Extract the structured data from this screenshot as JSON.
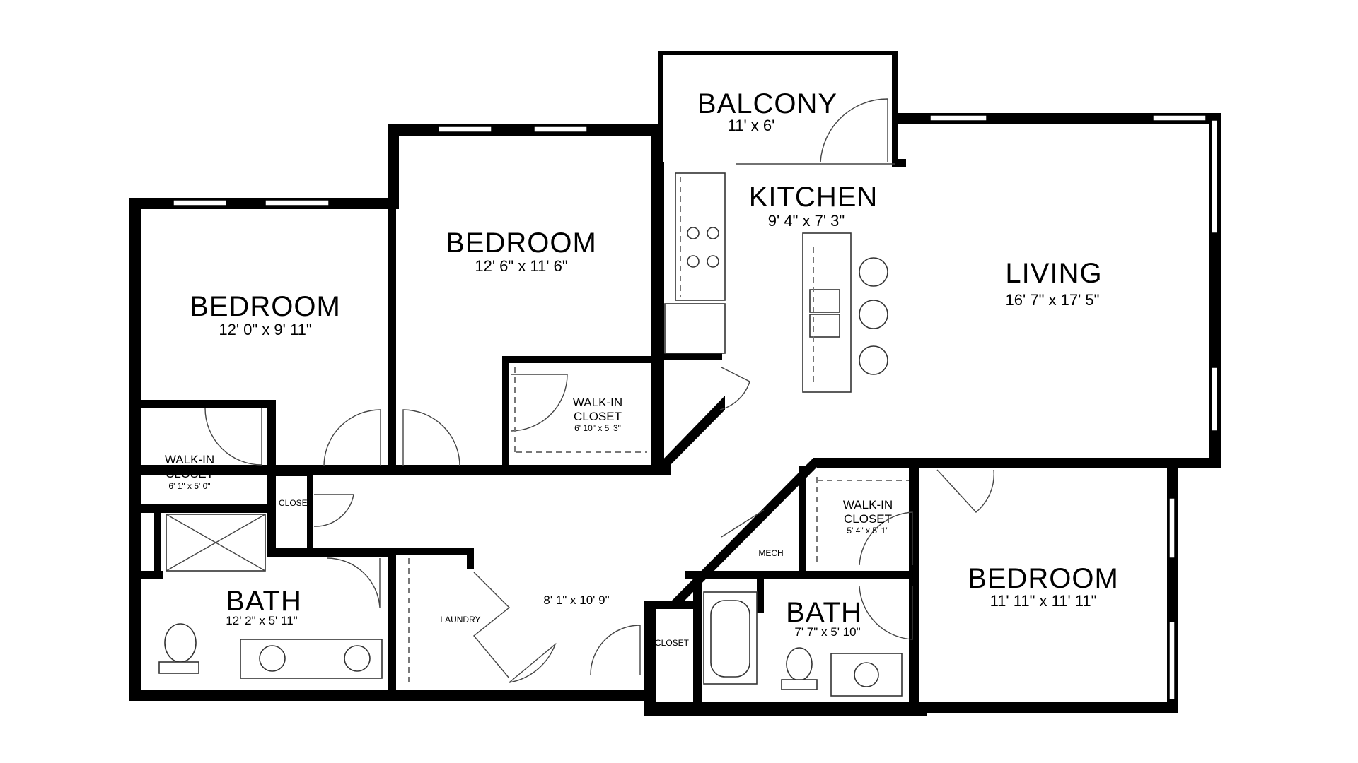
{
  "rooms": {
    "balcony": {
      "name": "BALCONY",
      "size": "11' x 6'"
    },
    "kitchen": {
      "name": "KITCHEN",
      "size": "9' 4\" x 7' 3\""
    },
    "living": {
      "name": "LIVING",
      "size": "16' 7\" x 17' 5\""
    },
    "bedroom_left": {
      "name": "BEDROOM",
      "size": "12' 0\" x 9' 11\""
    },
    "bedroom_mid": {
      "name": "BEDROOM",
      "size": "12' 6\" x 11' 6\""
    },
    "bedroom_right": {
      "name": "BEDROOM",
      "size": "11' 11\" x 11' 11\""
    },
    "walkin_mid": {
      "name_line1": "WALK-IN",
      "name_line2": "CLOSET",
      "size": "6' 10\" x 5' 3\""
    },
    "walkin_left": {
      "name_line1": "WALK-IN",
      "name_line2": "CLOSET",
      "size": "6' 1\" x 5' 0\""
    },
    "walkin_right": {
      "name_line1": "WALK-IN",
      "name_line2": "CLOSET",
      "size": "5' 4\" x 5' 1\""
    },
    "closet_left": {
      "name": "CLOSET"
    },
    "closet_bottom": {
      "name": "CLOSET"
    },
    "bath_left": {
      "name": "BATH",
      "size": "12' 2\" x 5' 11\""
    },
    "bath_right": {
      "name": "BATH",
      "size": "7' 7\" x 5' 10\""
    },
    "laundry": {
      "name": "LAUNDRY"
    },
    "mech": {
      "name": "MECH"
    },
    "hall": {
      "size": "8' 1\" x 10' 9\""
    }
  }
}
